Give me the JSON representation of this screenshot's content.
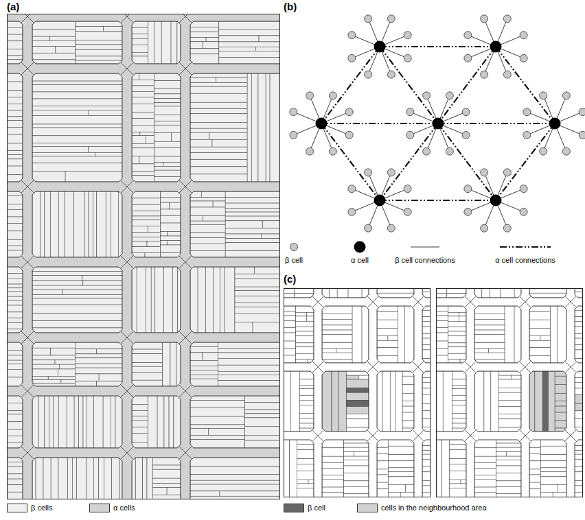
{
  "diagram": {
    "labels": [
      "(a)",
      "(b)",
      "(c)"
    ],
    "legend": [
      {
        "text": "β cells",
        "color": "#efefef"
      },
      {
        "text": "α cells",
        "color": "#d2d2d2"
      },
      {
        "text": "β cell"
      },
      {
        "text": "α cell"
      },
      {
        "text": "β cell connections"
      },
      {
        "text": "α cell connections"
      },
      {
        "text": "β cell",
        "color": "#666666"
      },
      {
        "text": "cells in the neighbourhood area",
        "color": "#d2d2d2"
      }
    ]
  }
}
